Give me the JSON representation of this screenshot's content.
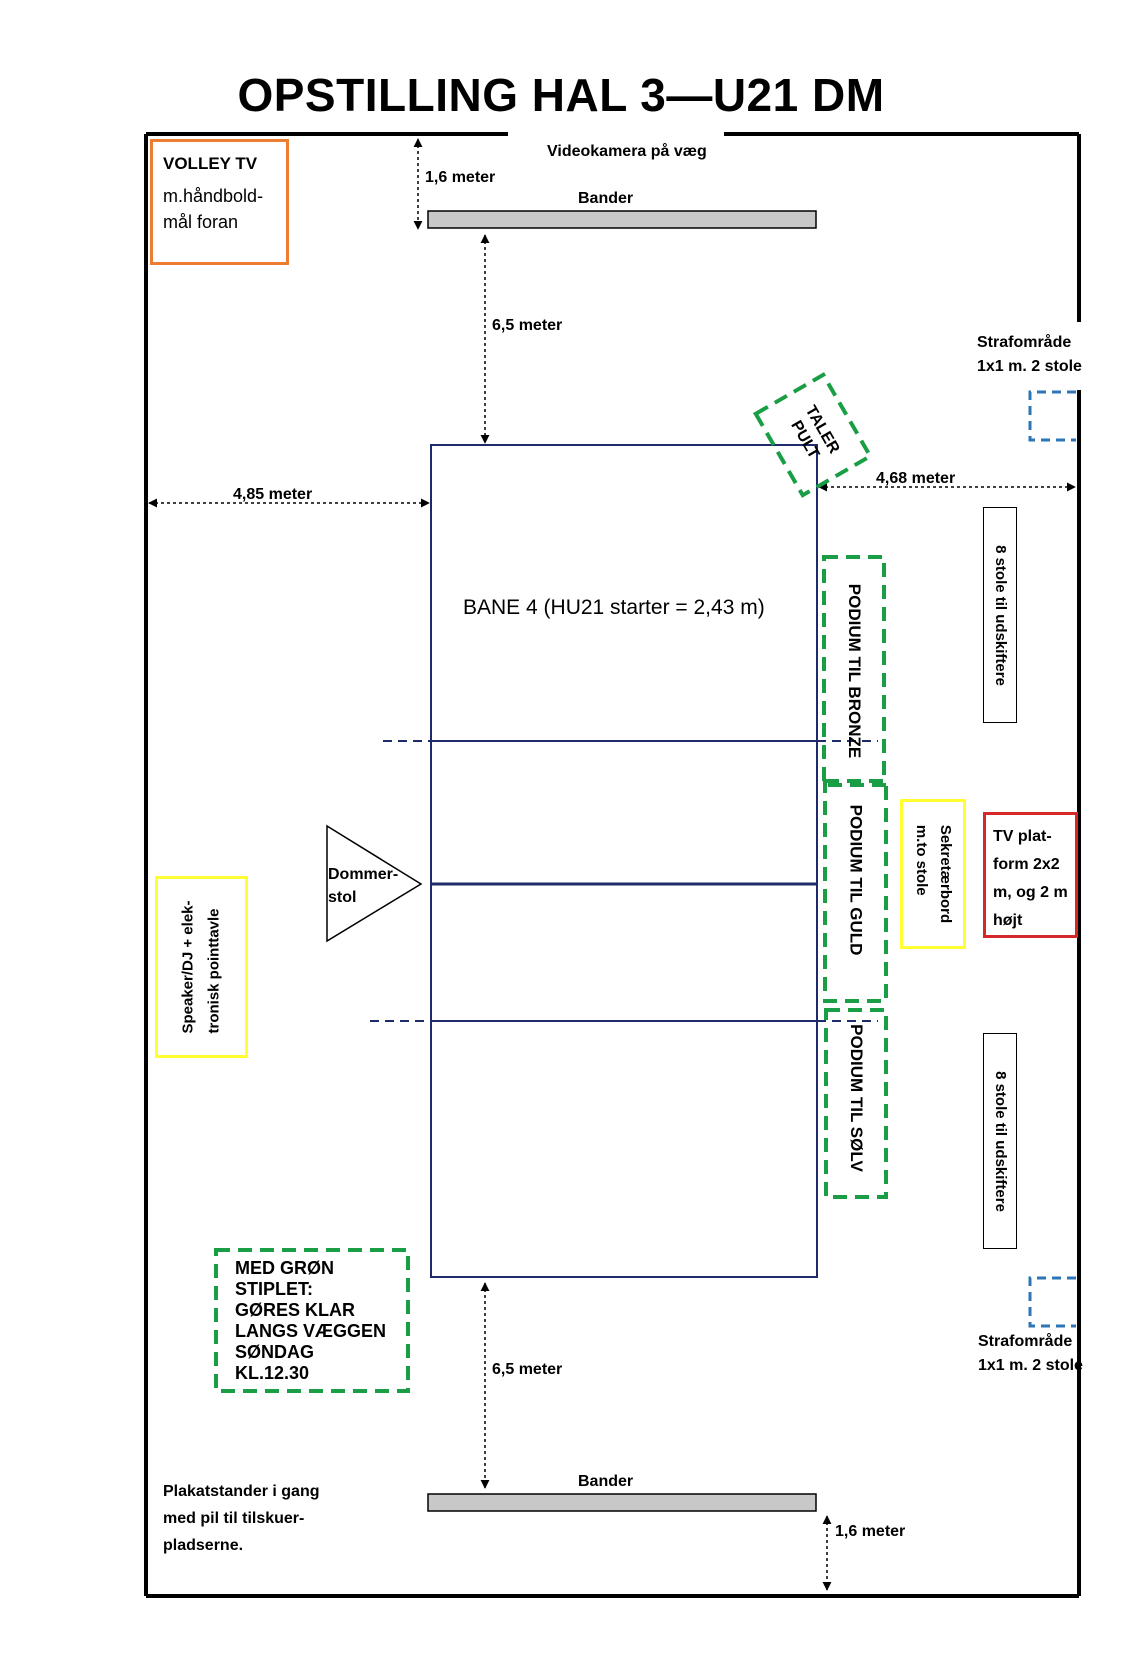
{
  "title": "OPSTILLING HAL 3—U21 DM",
  "volley_tv": {
    "title": "VOLLEY TV",
    "line1": "m.håndbold-",
    "line2": "mål foran"
  },
  "videokamera": "Videokamera på væg",
  "bander_top": "Bander",
  "bander_bottom": "Bander",
  "dim_top_wall": "1,6 meter",
  "dim_top_court": "6,5 meter",
  "dim_bottom_court": "6,5 meter",
  "dim_bottom_wall": "1,6 meter",
  "dim_left": "4,85 meter",
  "dim_right": "4,68 meter",
  "strafomraade_top": {
    "line1": "Strafområde",
    "line2": "1x1 m. 2 stole"
  },
  "strafomraade_bottom": {
    "line1": "Strafområde",
    "line2": "1x1 m. 2 stole"
  },
  "taler_pult": {
    "line1": "TALER",
    "line2": "PULT"
  },
  "court_label": "BANE 4 (HU21 starter = 2,43 m)",
  "podium_bronze": "PODIUM TIL BRONZE",
  "podium_guld": "PODIUM TIL GULD",
  "podium_soelv": "PODIUM TIL SØLV",
  "chairs_top": "8 stole til udskiftere",
  "chairs_bottom": "8 stole til udskiftere",
  "sekretaer": {
    "line1": "Sekretærbord",
    "line2": "m.to stole"
  },
  "tv_platform": {
    "line1": "TV plat-",
    "line2": "form 2x2",
    "line3": "m, og 2 m",
    "line4": "højt"
  },
  "dommer": {
    "line1": "Dommer-",
    "line2": "stol"
  },
  "speaker": {
    "line1": "Speaker/DJ + elek-",
    "line2": "tronisk pointtavle"
  },
  "green_note": {
    "line1": "MED GRØN",
    "line2": "STIPLET:",
    "line3": "GØRES KLAR",
    "line4": "LANGS VÆGGEN",
    "line5": "SØNDAG",
    "line6": "KL.12.30"
  },
  "plakat": {
    "line1": "Plakatstander i gang",
    "line2": "med pil til tilskuer-",
    "line3": "pladserne."
  },
  "colors": {
    "green": "#1a9e45",
    "orange": "#ed7d31",
    "yellow": "#ffff33",
    "red": "#d62828",
    "blue": "#2e75b6",
    "navy": "#1f2a6b",
    "gray": "#c8c8c8"
  }
}
